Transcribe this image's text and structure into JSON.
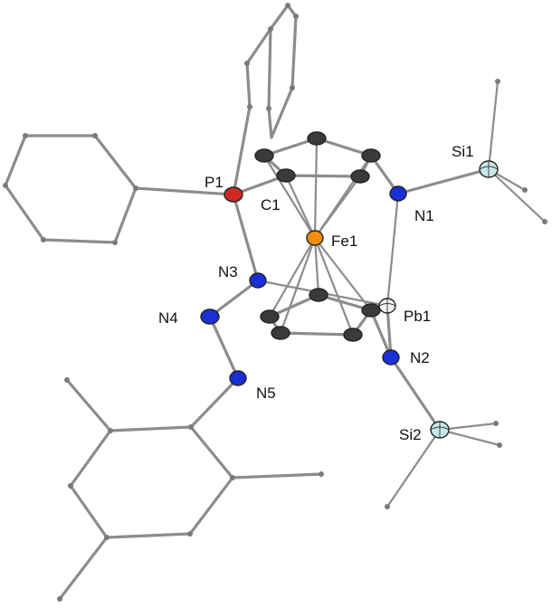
{
  "labels": {
    "p1": "P1",
    "c1": "C1",
    "fe1": "Fe1",
    "n1": "N1",
    "si1": "Si1",
    "n3": "N3",
    "pb1": "Pb1",
    "n4": "N4",
    "n2": "N2",
    "n5": "N5",
    "si2": "Si2"
  },
  "colors": {
    "bond": "#8c8c8c",
    "carbon": "#3a3a3a",
    "nitrogen": "#1a2fd6",
    "phosphorus": "#cc2a22",
    "iron": "#f08c10",
    "lead": "#f2f2f2",
    "silicon": "#c9e7ea"
  }
}
